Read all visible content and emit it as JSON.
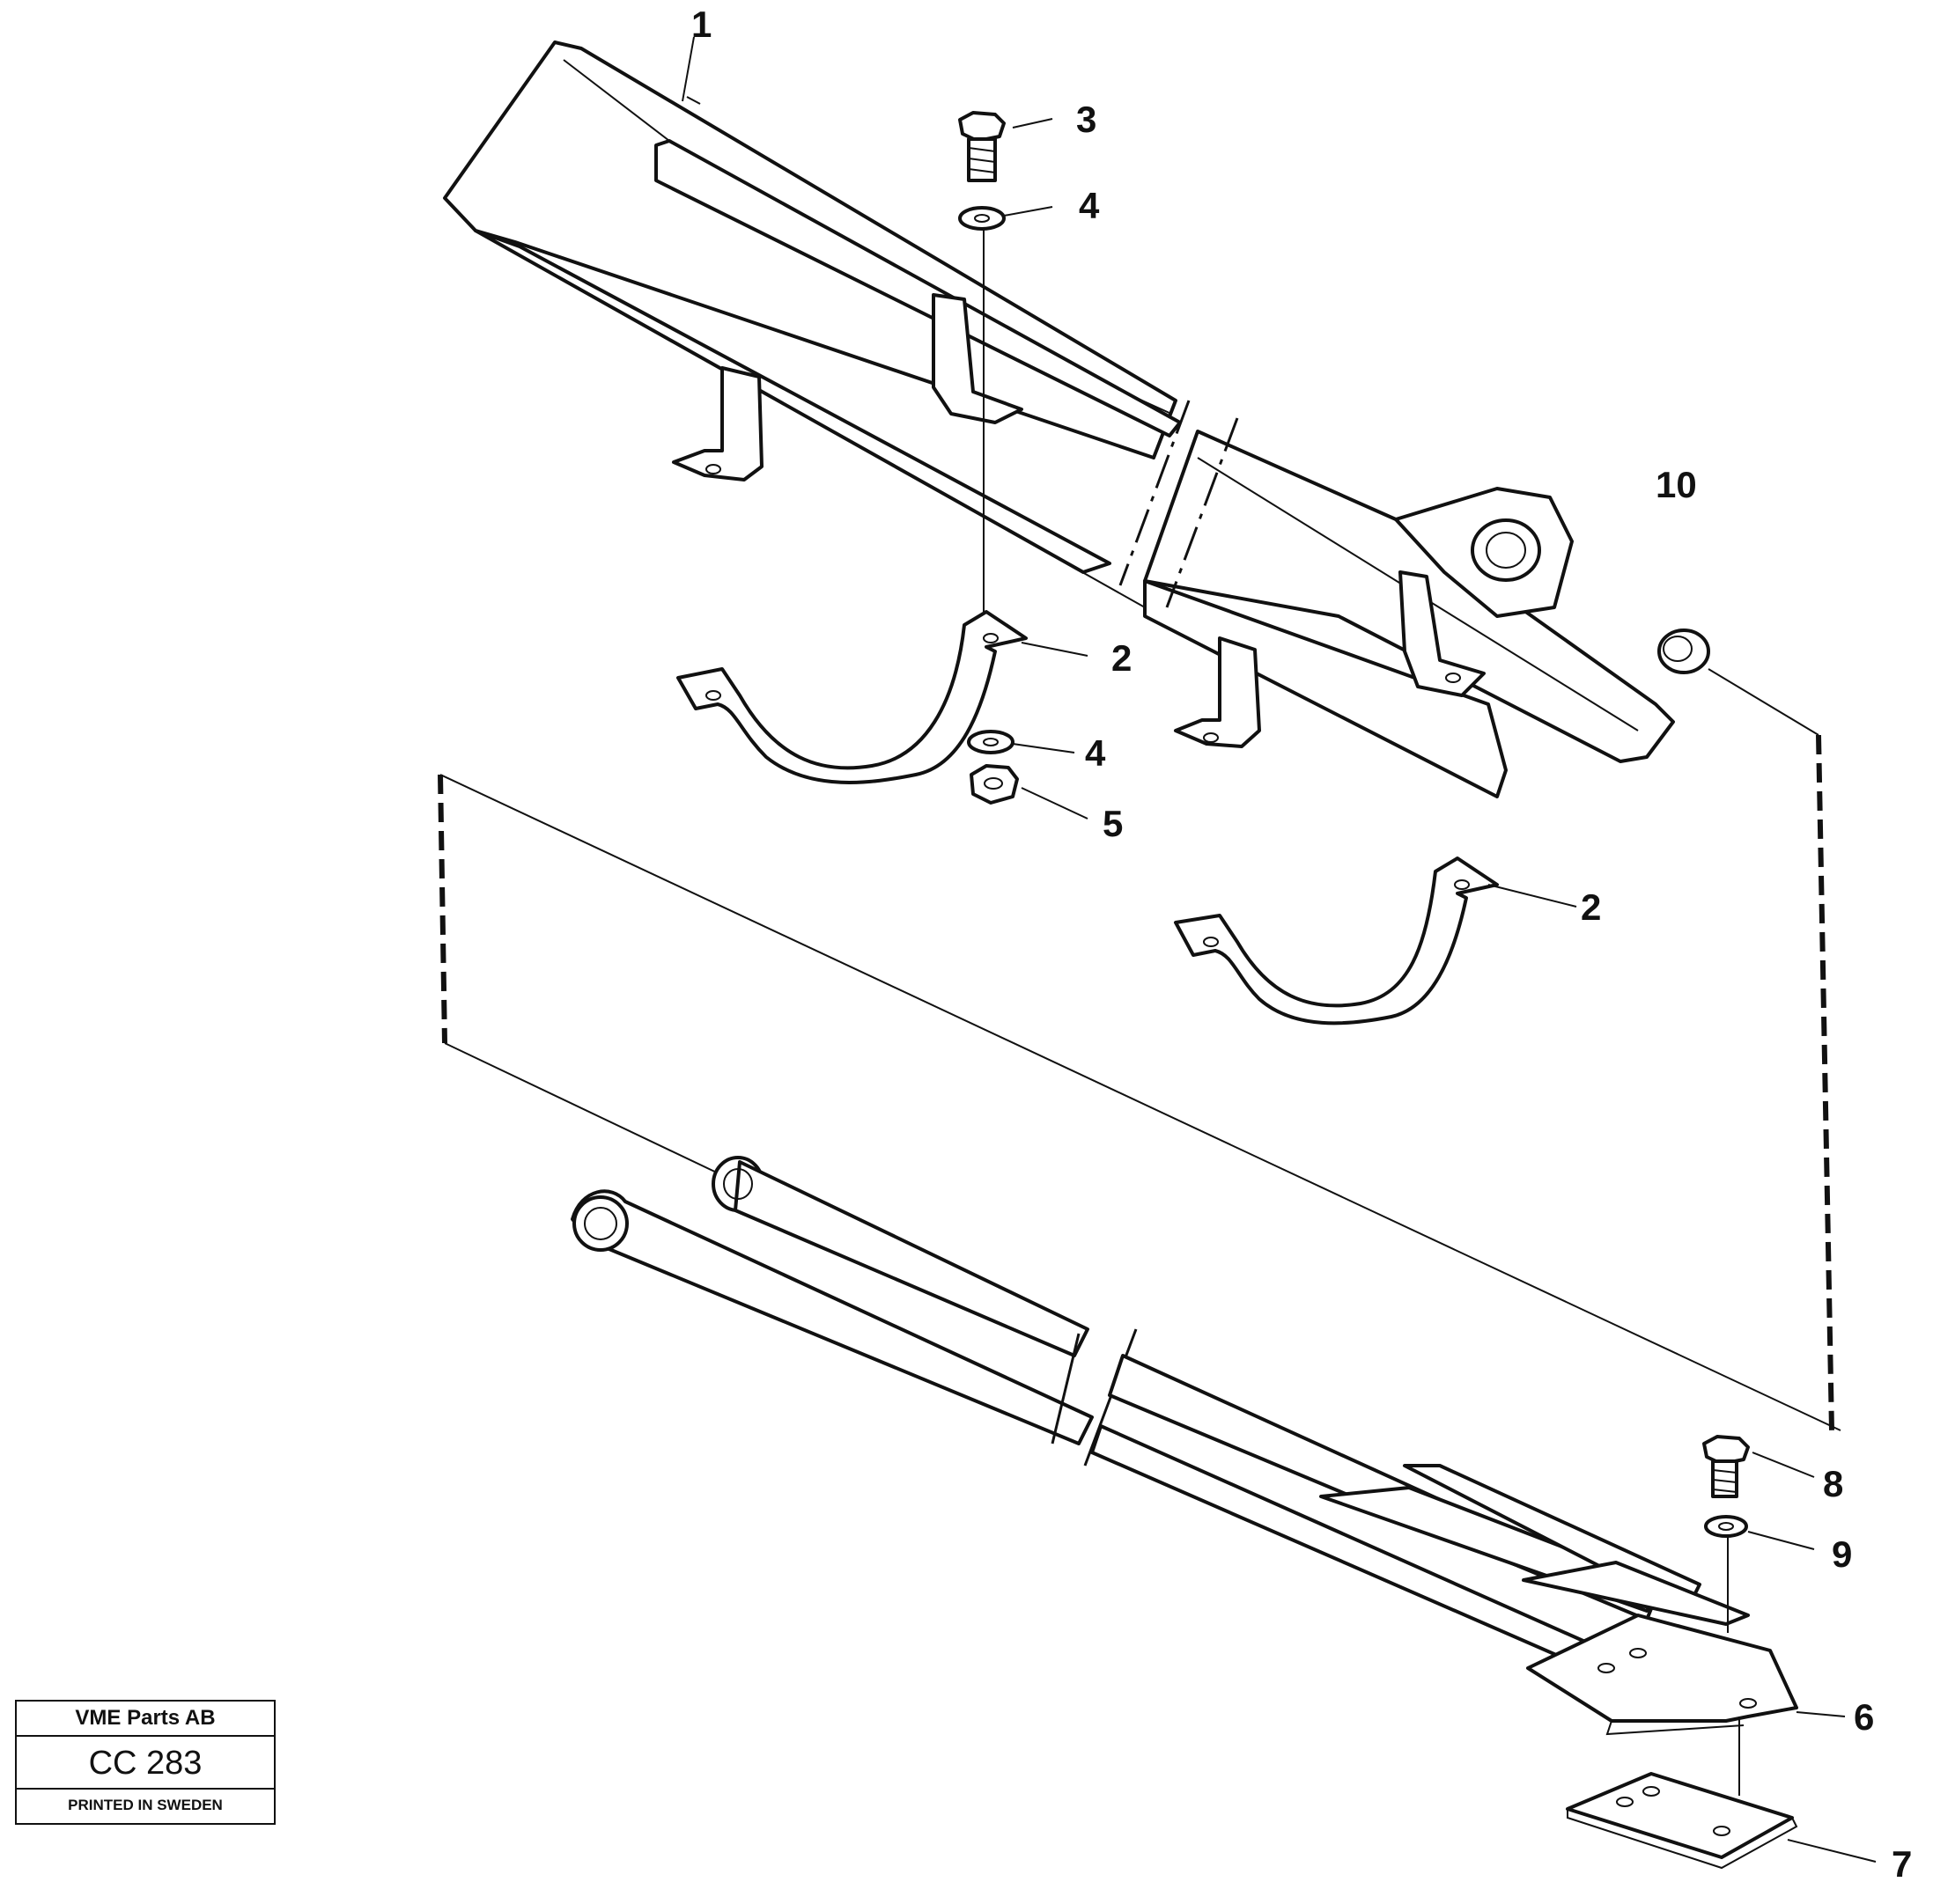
{
  "title_block": {
    "company": "VME Parts AB",
    "code": "CC 283",
    "printed": "PRINTED IN SWEDEN"
  },
  "callouts": [
    {
      "id": "c1",
      "text": "1"
    },
    {
      "id": "c3",
      "text": "3"
    },
    {
      "id": "c4a",
      "text": "4"
    },
    {
      "id": "c2a",
      "text": "2"
    },
    {
      "id": "c4b",
      "text": "4"
    },
    {
      "id": "c5",
      "text": "5"
    },
    {
      "id": "c10",
      "text": "10"
    },
    {
      "id": "c2b",
      "text": "2"
    },
    {
      "id": "c8",
      "text": "8"
    },
    {
      "id": "c9",
      "text": "9"
    },
    {
      "id": "c6",
      "text": "6"
    },
    {
      "id": "c7",
      "text": "7"
    }
  ]
}
